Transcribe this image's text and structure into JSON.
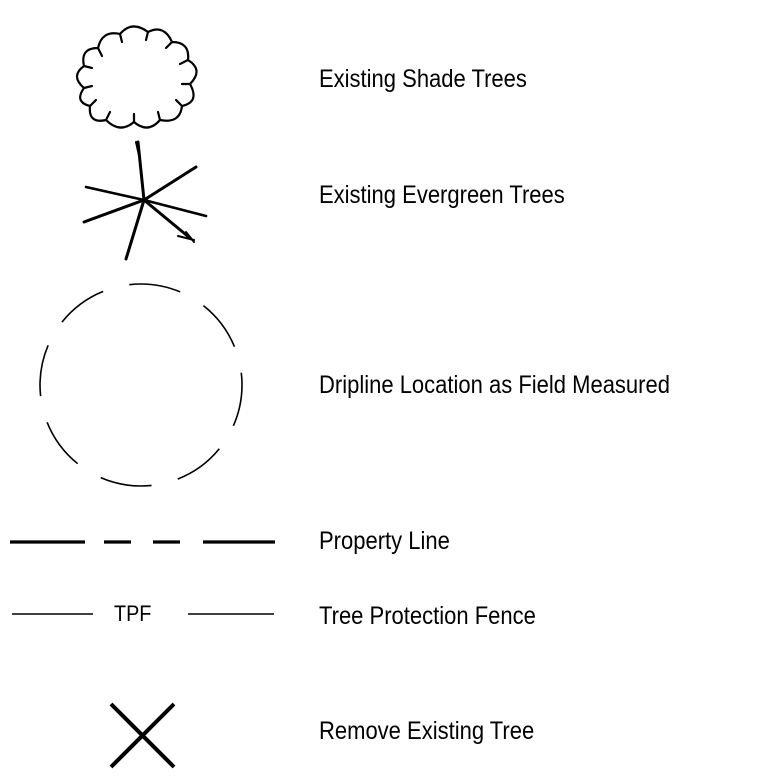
{
  "legend": {
    "items": [
      {
        "id": "shade",
        "symbol": "shade-tree-icon",
        "label": "Existing Shade Trees"
      },
      {
        "id": "evergreen",
        "symbol": "evergreen-tree-icon",
        "label": "Existing Evergreen Trees"
      },
      {
        "id": "dripline",
        "symbol": "dripline-circle-icon",
        "label": "Dripline  Location as Field Measured"
      },
      {
        "id": "property",
        "symbol": "property-line-symbol",
        "label": "Property Line"
      },
      {
        "id": "fence",
        "symbol": "tree-protection-fence-symbol",
        "label": "Tree Protection Fence",
        "symbol_text": "TPF"
      },
      {
        "id": "remove",
        "symbol": "remove-tree-icon",
        "label": "Remove Existing Tree"
      }
    ]
  },
  "colors": {
    "ink": "#000000",
    "background": "#ffffff"
  }
}
